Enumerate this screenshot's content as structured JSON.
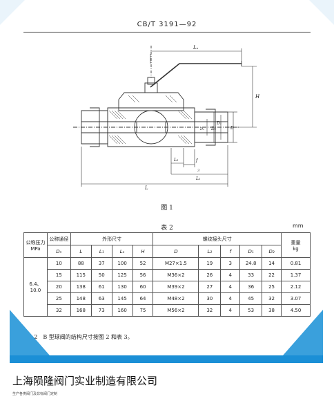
{
  "doc": {
    "header": "CB/T 3191—92",
    "figure_caption": "图 1",
    "table_title": "表 2",
    "unit": "mm",
    "note": "3.3.2　B 型球阀的结构尺寸按图 2 和表 3。"
  },
  "drawing": {
    "labels": {
      "Lo": "Lₒ",
      "H": "H",
      "D": "D",
      "D1": "D₁",
      "D2": "D₂",
      "Dn": "Dₙ",
      "f": "f",
      "L1": "L₁",
      "L2": "L₂",
      "L": "L",
      "three": "3"
    }
  },
  "table": {
    "header_row1": {
      "pressure": "公称压力",
      "pressure_unit": "MPa",
      "diameter": "公称通径",
      "outline": "外形尺寸",
      "thread": "螺纹接头尺寸",
      "weight": "重量",
      "weight_unit": "kg"
    },
    "header_row2": [
      "Dₙ",
      "L",
      "L₁",
      "Lₒ",
      "H",
      "D",
      "L₂",
      "f",
      "D₁",
      "D₂"
    ],
    "pressure_value": "6.4、10.0",
    "rows": [
      {
        "dn": "10",
        "L": "88",
        "L1": "37",
        "Lo": "100",
        "H": "52",
        "D": "M27×1.5",
        "L2": "19",
        "f": "3",
        "D1": "24.8",
        "D2": "14",
        "kg": "0.81"
      },
      {
        "dn": "15",
        "L": "115",
        "L1": "50",
        "Lo": "125",
        "H": "56",
        "D": "M36×2",
        "L2": "26",
        "f": "4",
        "D1": "33",
        "D2": "22",
        "kg": "1.37"
      },
      {
        "dn": "20",
        "L": "138",
        "L1": "61",
        "Lo": "130",
        "H": "60",
        "D": "M39×2",
        "L2": "27",
        "f": "4",
        "D1": "36",
        "D2": "25",
        "kg": "2.12"
      },
      {
        "dn": "25",
        "L": "148",
        "L1": "63",
        "Lo": "145",
        "H": "64",
        "D": "M48×2",
        "L2": "30",
        "f": "4",
        "D1": "45",
        "D2": "32",
        "kg": "3.07"
      },
      {
        "dn": "32",
        "L": "168",
        "L1": "73",
        "Lo": "160",
        "H": "75",
        "D": "M56×2",
        "L2": "32",
        "f": "4",
        "D1": "53",
        "D2": "38",
        "kg": "4.50"
      }
    ]
  },
  "footer": {
    "company": "上海陨隆阀门实业制造有限公司",
    "tagline": "生产各类阀门及非标阀门定制"
  },
  "colors": {
    "accent": "#1b8fd6",
    "triangle": "#3aa0dc",
    "corner": "#eaf4fb"
  }
}
